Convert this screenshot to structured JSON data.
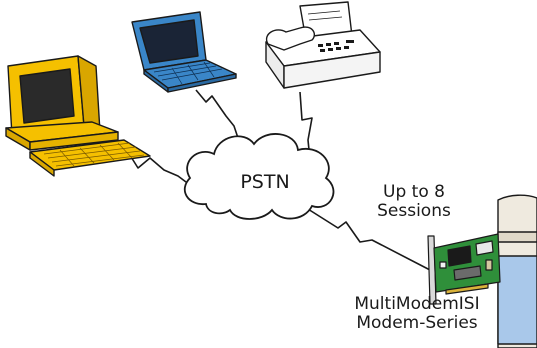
{
  "diagram": {
    "cloud_label": "PSTN",
    "sessions_line1": "Up to 8",
    "sessions_line2": "Sessions",
    "product_line1": "MultiModemISI",
    "product_line2": "Modem-Series"
  },
  "colors": {
    "desktop_pc": "#f5c000",
    "laptop": "#3a86c8",
    "fax": "#ffffff",
    "pcb_board": "#2f8f3a",
    "server_panel": "#a9c8ea",
    "server_case": "#efeadf",
    "outline": "#1a1a1a"
  }
}
